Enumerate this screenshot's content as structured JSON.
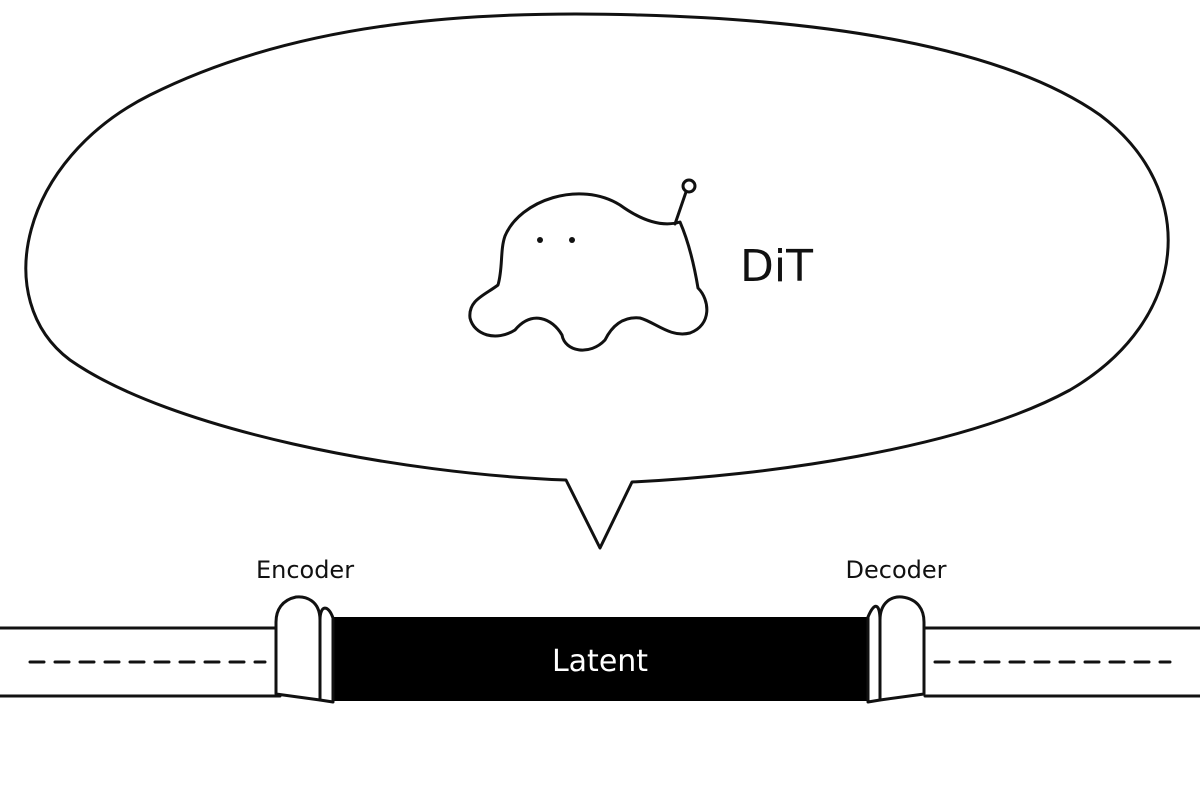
{
  "labels": {
    "model": "DiT",
    "encoder": "Encoder",
    "decoder": "Decoder",
    "latent": "Latent"
  },
  "colors": {
    "ink": "#111111",
    "background": "#ffffff",
    "latent_fill": "#000000",
    "latent_text": "#ffffff"
  },
  "icons": {
    "mascot": "blob-creature-with-antenna-icon"
  }
}
